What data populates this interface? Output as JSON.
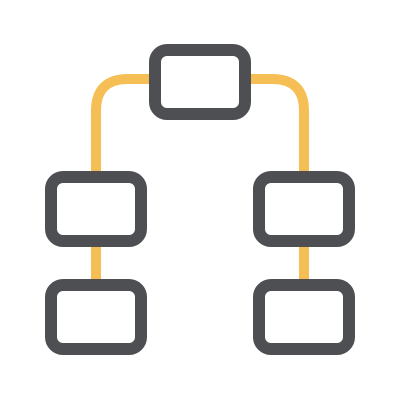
{
  "icon": {
    "name": "hierarchy-structure-icon",
    "colors": {
      "box_stroke": "#4d4f53",
      "connector": "#f6bf55",
      "background": "#ffffff"
    },
    "nodes": [
      {
        "id": "root",
        "name": "node-root"
      },
      {
        "id": "left-mid",
        "name": "node-left-middle"
      },
      {
        "id": "right-mid",
        "name": "node-right-middle"
      },
      {
        "id": "left-bottom",
        "name": "node-left-bottom"
      },
      {
        "id": "right-bottom",
        "name": "node-right-bottom"
      }
    ]
  }
}
